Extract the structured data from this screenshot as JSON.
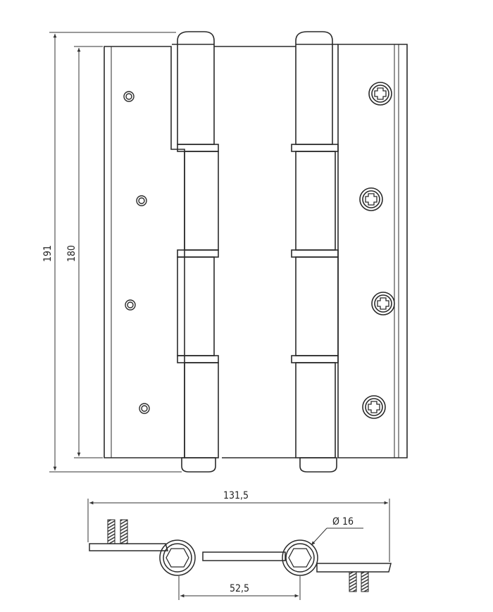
{
  "dimensions": {
    "overall_height": "191",
    "plate_height": "180",
    "overall_width": "131,5",
    "knuckle_diameter": "Ø 16",
    "pivot_spacing": "52,5"
  },
  "colors": {
    "line": "#2a2a2a",
    "dim_line": "#333333",
    "background": "#ffffff"
  }
}
